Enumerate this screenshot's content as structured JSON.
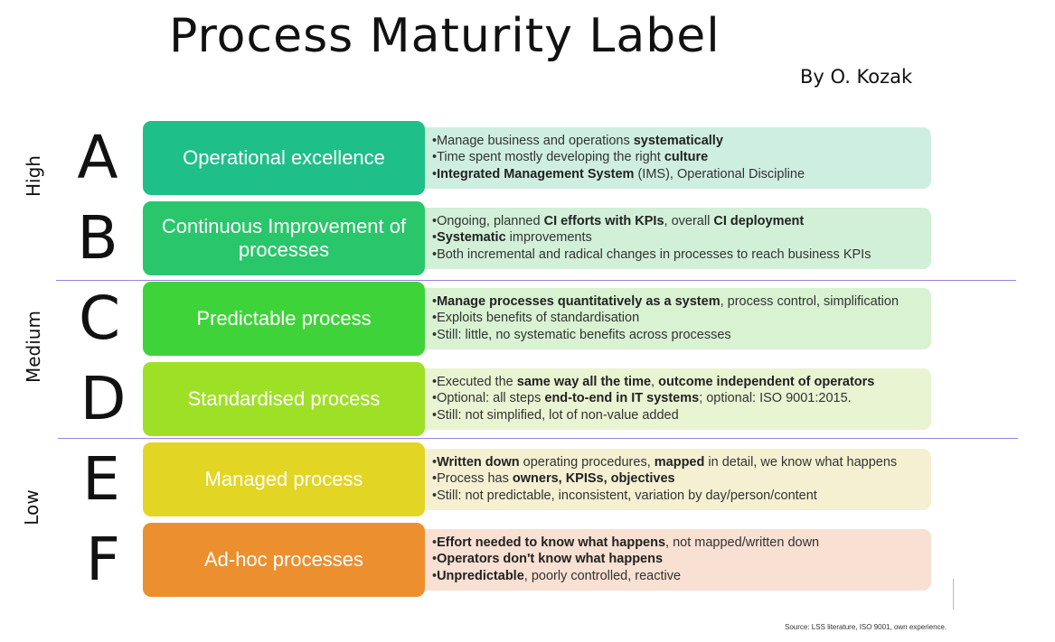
{
  "title": "Process Maturity Label",
  "author": "By O. Kozak",
  "tiers": [
    {
      "label": "High"
    },
    {
      "label": "Medium"
    },
    {
      "label": "Low"
    }
  ],
  "levels": [
    {
      "letter": "A",
      "name": "Operational excellence",
      "color": "#1fbf8a",
      "desc_bg": "#cfeee2",
      "bullets": [
        [
          {
            "t": "•Manage business and operations "
          },
          {
            "t": "systematically",
            "b": true
          }
        ],
        [
          {
            "t": "•Time spent mostly developing the right "
          },
          {
            "t": "culture",
            "b": true
          }
        ],
        [
          {
            "t": "•"
          },
          {
            "t": "Integrated Management System",
            "b": true
          },
          {
            "t": " (IMS), Operational Discipline"
          }
        ]
      ]
    },
    {
      "letter": "B",
      "name": "Continuous Improvement of processes",
      "color": "#2ac66c",
      "desc_bg": "#d2f0d8",
      "bullets": [
        [
          {
            "t": "•Ongoing, planned "
          },
          {
            "t": "CI efforts with KPIs",
            "b": true
          },
          {
            "t": ", overall "
          },
          {
            "t": "CI deployment",
            "b": true
          }
        ],
        [
          {
            "t": "•"
          },
          {
            "t": "Systematic",
            "b": true
          },
          {
            "t": " improvements"
          }
        ],
        [
          {
            "t": "•Both incremental and radical changes in processes to reach business KPIs"
          }
        ]
      ]
    },
    {
      "letter": "C",
      "name": "Predictable process",
      "color": "#3fd33a",
      "desc_bg": "#d8f2d2",
      "bullets": [
        [
          {
            "t": "•"
          },
          {
            "t": "Manage processes quantitatively as a system",
            "b": true
          },
          {
            "t": ", process control, simplification"
          }
        ],
        [
          {
            "t": "•Exploits benefits of standardisation"
          }
        ],
        [
          {
            "t": "•Still: little, no systematic benefits across processes"
          }
        ]
      ]
    },
    {
      "letter": "D",
      "name": "Standardised process",
      "color": "#9ee026",
      "desc_bg": "#e9f4d2",
      "bullets": [
        [
          {
            "t": "•Executed the "
          },
          {
            "t": "same way all the time",
            "b": true
          },
          {
            "t": ", "
          },
          {
            "t": "outcome independent of operators",
            "b": true
          }
        ],
        [
          {
            "t": "•Optional: all steps "
          },
          {
            "t": "end-to-end in IT systems",
            "b": true
          },
          {
            "t": "; optional: ISO 9001:2015."
          }
        ],
        [
          {
            "t": "•Still: not simplified, lot of non-value added"
          }
        ]
      ]
    },
    {
      "letter": "E",
      "name": "Managed process",
      "color": "#e3d524",
      "desc_bg": "#f5f0d2",
      "bullets": [
        [
          {
            "t": "•"
          },
          {
            "t": "Written down",
            "b": true
          },
          {
            "t": " operating procedures, "
          },
          {
            "t": "mapped",
            "b": true
          },
          {
            "t": " in detail, we know what happens"
          }
        ],
        [
          {
            "t": "•Process has "
          },
          {
            "t": "owners, KPISs, objectives",
            "b": true
          }
        ],
        [
          {
            "t": "•Still: not predictable, inconsistent, variation by day/person/content"
          }
        ]
      ]
    },
    {
      "letter": "F",
      "name": "Ad-hoc processes",
      "color": "#ec8f2f",
      "desc_bg": "#f8e0d2",
      "bullets": [
        [
          {
            "t": "•"
          },
          {
            "t": "Effort needed to know what happens",
            "b": true
          },
          {
            "t": ", not mapped/written down"
          }
        ],
        [
          {
            "t": "•"
          },
          {
            "t": "Operators don't know what happens",
            "b": true
          }
        ],
        [
          {
            "t": "•"
          },
          {
            "t": "Unpredictable",
            "b": true
          },
          {
            "t": ", poorly controlled, reactive"
          }
        ]
      ]
    }
  ],
  "source": "Source: LSS literature, ISO 9001, own experience."
}
